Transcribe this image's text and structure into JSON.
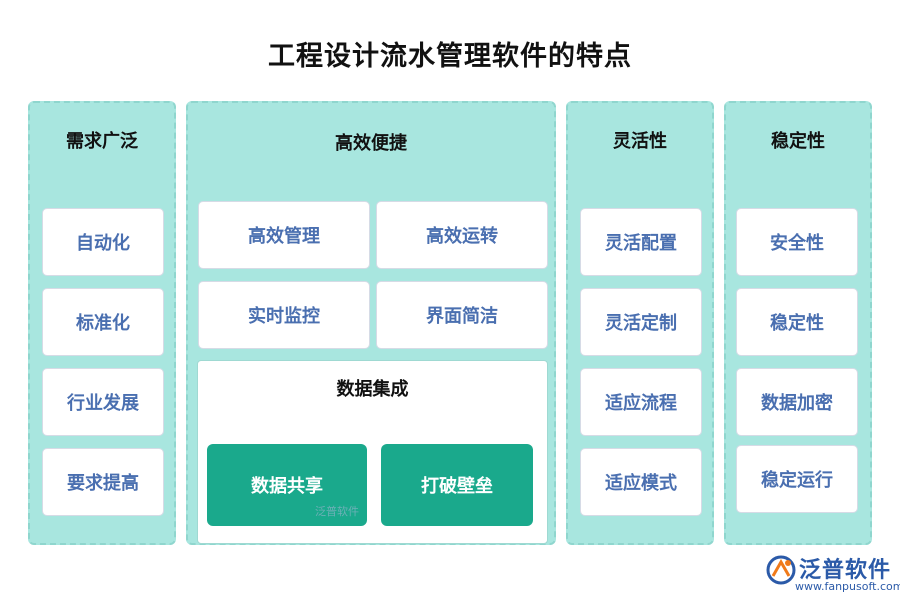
{
  "title": "工程设计流水管理软件的特点",
  "columns": [
    {
      "title": "需求广泛",
      "items": [
        "自动化",
        "标准化",
        "行业发展",
        "要求提高"
      ]
    },
    {
      "title": "高效便捷",
      "items": [
        "高效管理",
        "高效运转",
        "实时监控",
        "界面简洁"
      ],
      "sub": {
        "title": "数据集成",
        "items": [
          "数据共享",
          "打破壁垒"
        ]
      }
    },
    {
      "title": "灵活性",
      "items": [
        "灵活配置",
        "灵活定制",
        "适应流程",
        "适应模式"
      ]
    },
    {
      "title": "稳定性",
      "items": [
        "安全性",
        "稳定性",
        "数据加密",
        "稳定运行"
      ]
    }
  ],
  "watermark": "泛普软件",
  "logo": {
    "name": "泛普软件",
    "url": "www.fanpusoft.com"
  },
  "colors": {
    "panel": "#a8e6df",
    "accent_green": "#1aa98c",
    "item_text": "#4a6fb0"
  }
}
